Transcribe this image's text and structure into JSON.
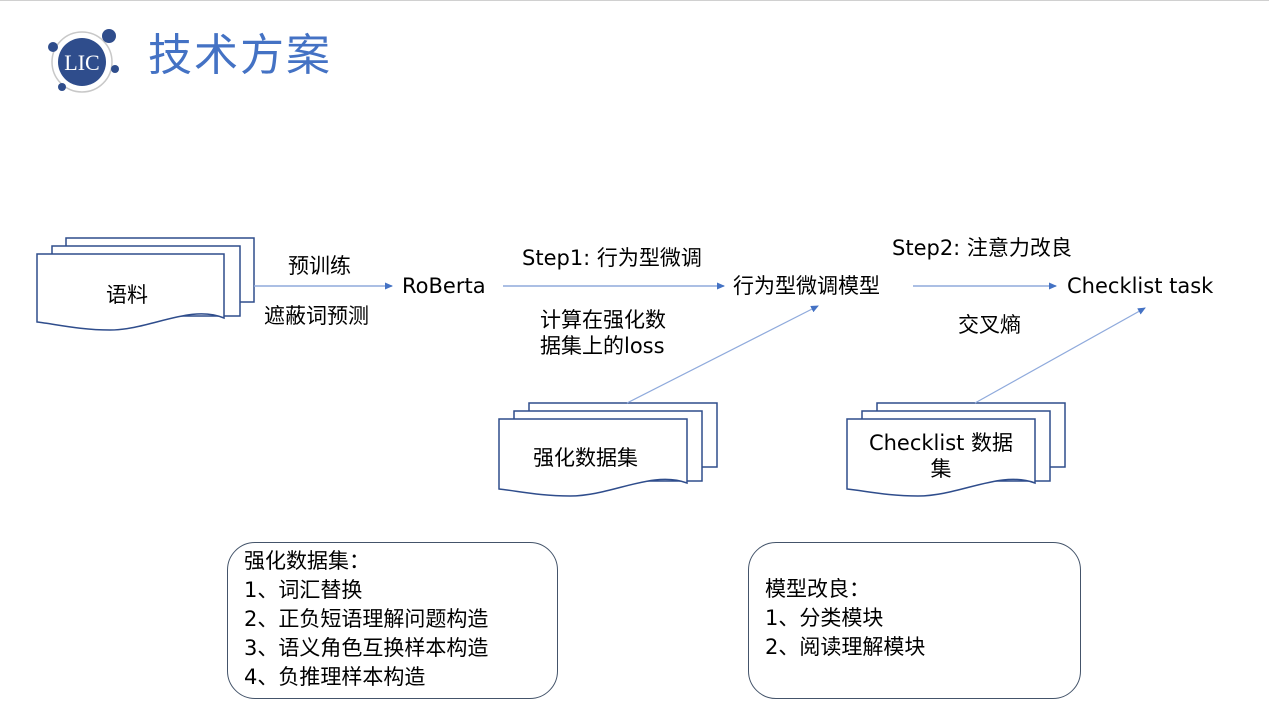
{
  "slide": {
    "title": "技术方案",
    "logo_text": "LIC",
    "accent_color": "#4472c4",
    "logo_color": "#2f4d8c",
    "line_color": "#8faadc",
    "shape_border_color": "#2f4d8c"
  },
  "diagram": {
    "nodes": {
      "corpus": "语料",
      "roberta": "RoBerta",
      "finetuned_model": "行为型微调模型",
      "checklist_task": "Checklist task",
      "augmented_dataset": "强化数据集",
      "checklist_dataset_line1": "Checklist 数据",
      "checklist_dataset_line2": "集"
    },
    "edges": {
      "pretrain_top": "预训练",
      "pretrain_bottom": "遮蔽词预测",
      "step1_top": "Step1: 行为型微调",
      "step1_bottom_line1": "计算在强化数",
      "step1_bottom_line2": "据集上的loss",
      "step2_top": "Step2: 注意力改良",
      "step2_bottom": "交叉熵"
    }
  },
  "notes": {
    "augmented": {
      "heading": "强化数据集：",
      "items": [
        "1、词汇替换",
        "2、正负短语理解问题构造",
        "3、语义角色互换样本构造",
        "4、负推理样本构造"
      ]
    },
    "model": {
      "heading": "模型改良：",
      "items": [
        "1、分类模块",
        "2、阅读理解模块"
      ]
    }
  }
}
